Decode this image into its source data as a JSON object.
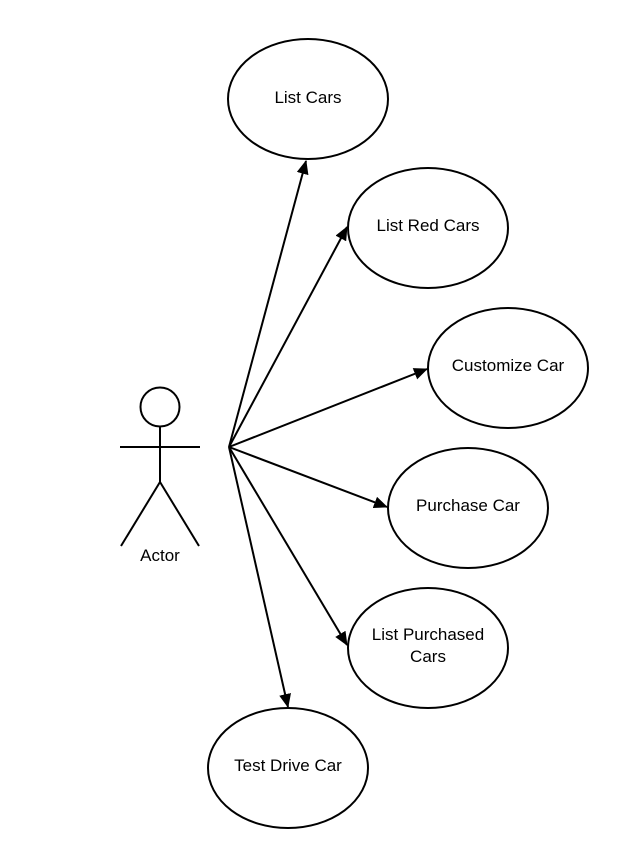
{
  "diagram": {
    "actor": {
      "label": "Actor",
      "icon": "stick-figure-icon"
    },
    "use_cases": [
      {
        "id": "list-cars",
        "lines": [
          "List Cars"
        ]
      },
      {
        "id": "list-red-cars",
        "lines": [
          "List Red Cars"
        ]
      },
      {
        "id": "customize-car",
        "lines": [
          "Customize Car"
        ]
      },
      {
        "id": "purchase-car",
        "lines": [
          "Purchase Car"
        ]
      },
      {
        "id": "list-purchased-cars",
        "lines": [
          "List Purchased",
          "Cars"
        ]
      },
      {
        "id": "test-drive-car",
        "lines": [
          "Test Drive Car"
        ]
      }
    ],
    "colors": {
      "stroke": "#000000",
      "fill": "#ffffff",
      "text": "#000000"
    }
  }
}
